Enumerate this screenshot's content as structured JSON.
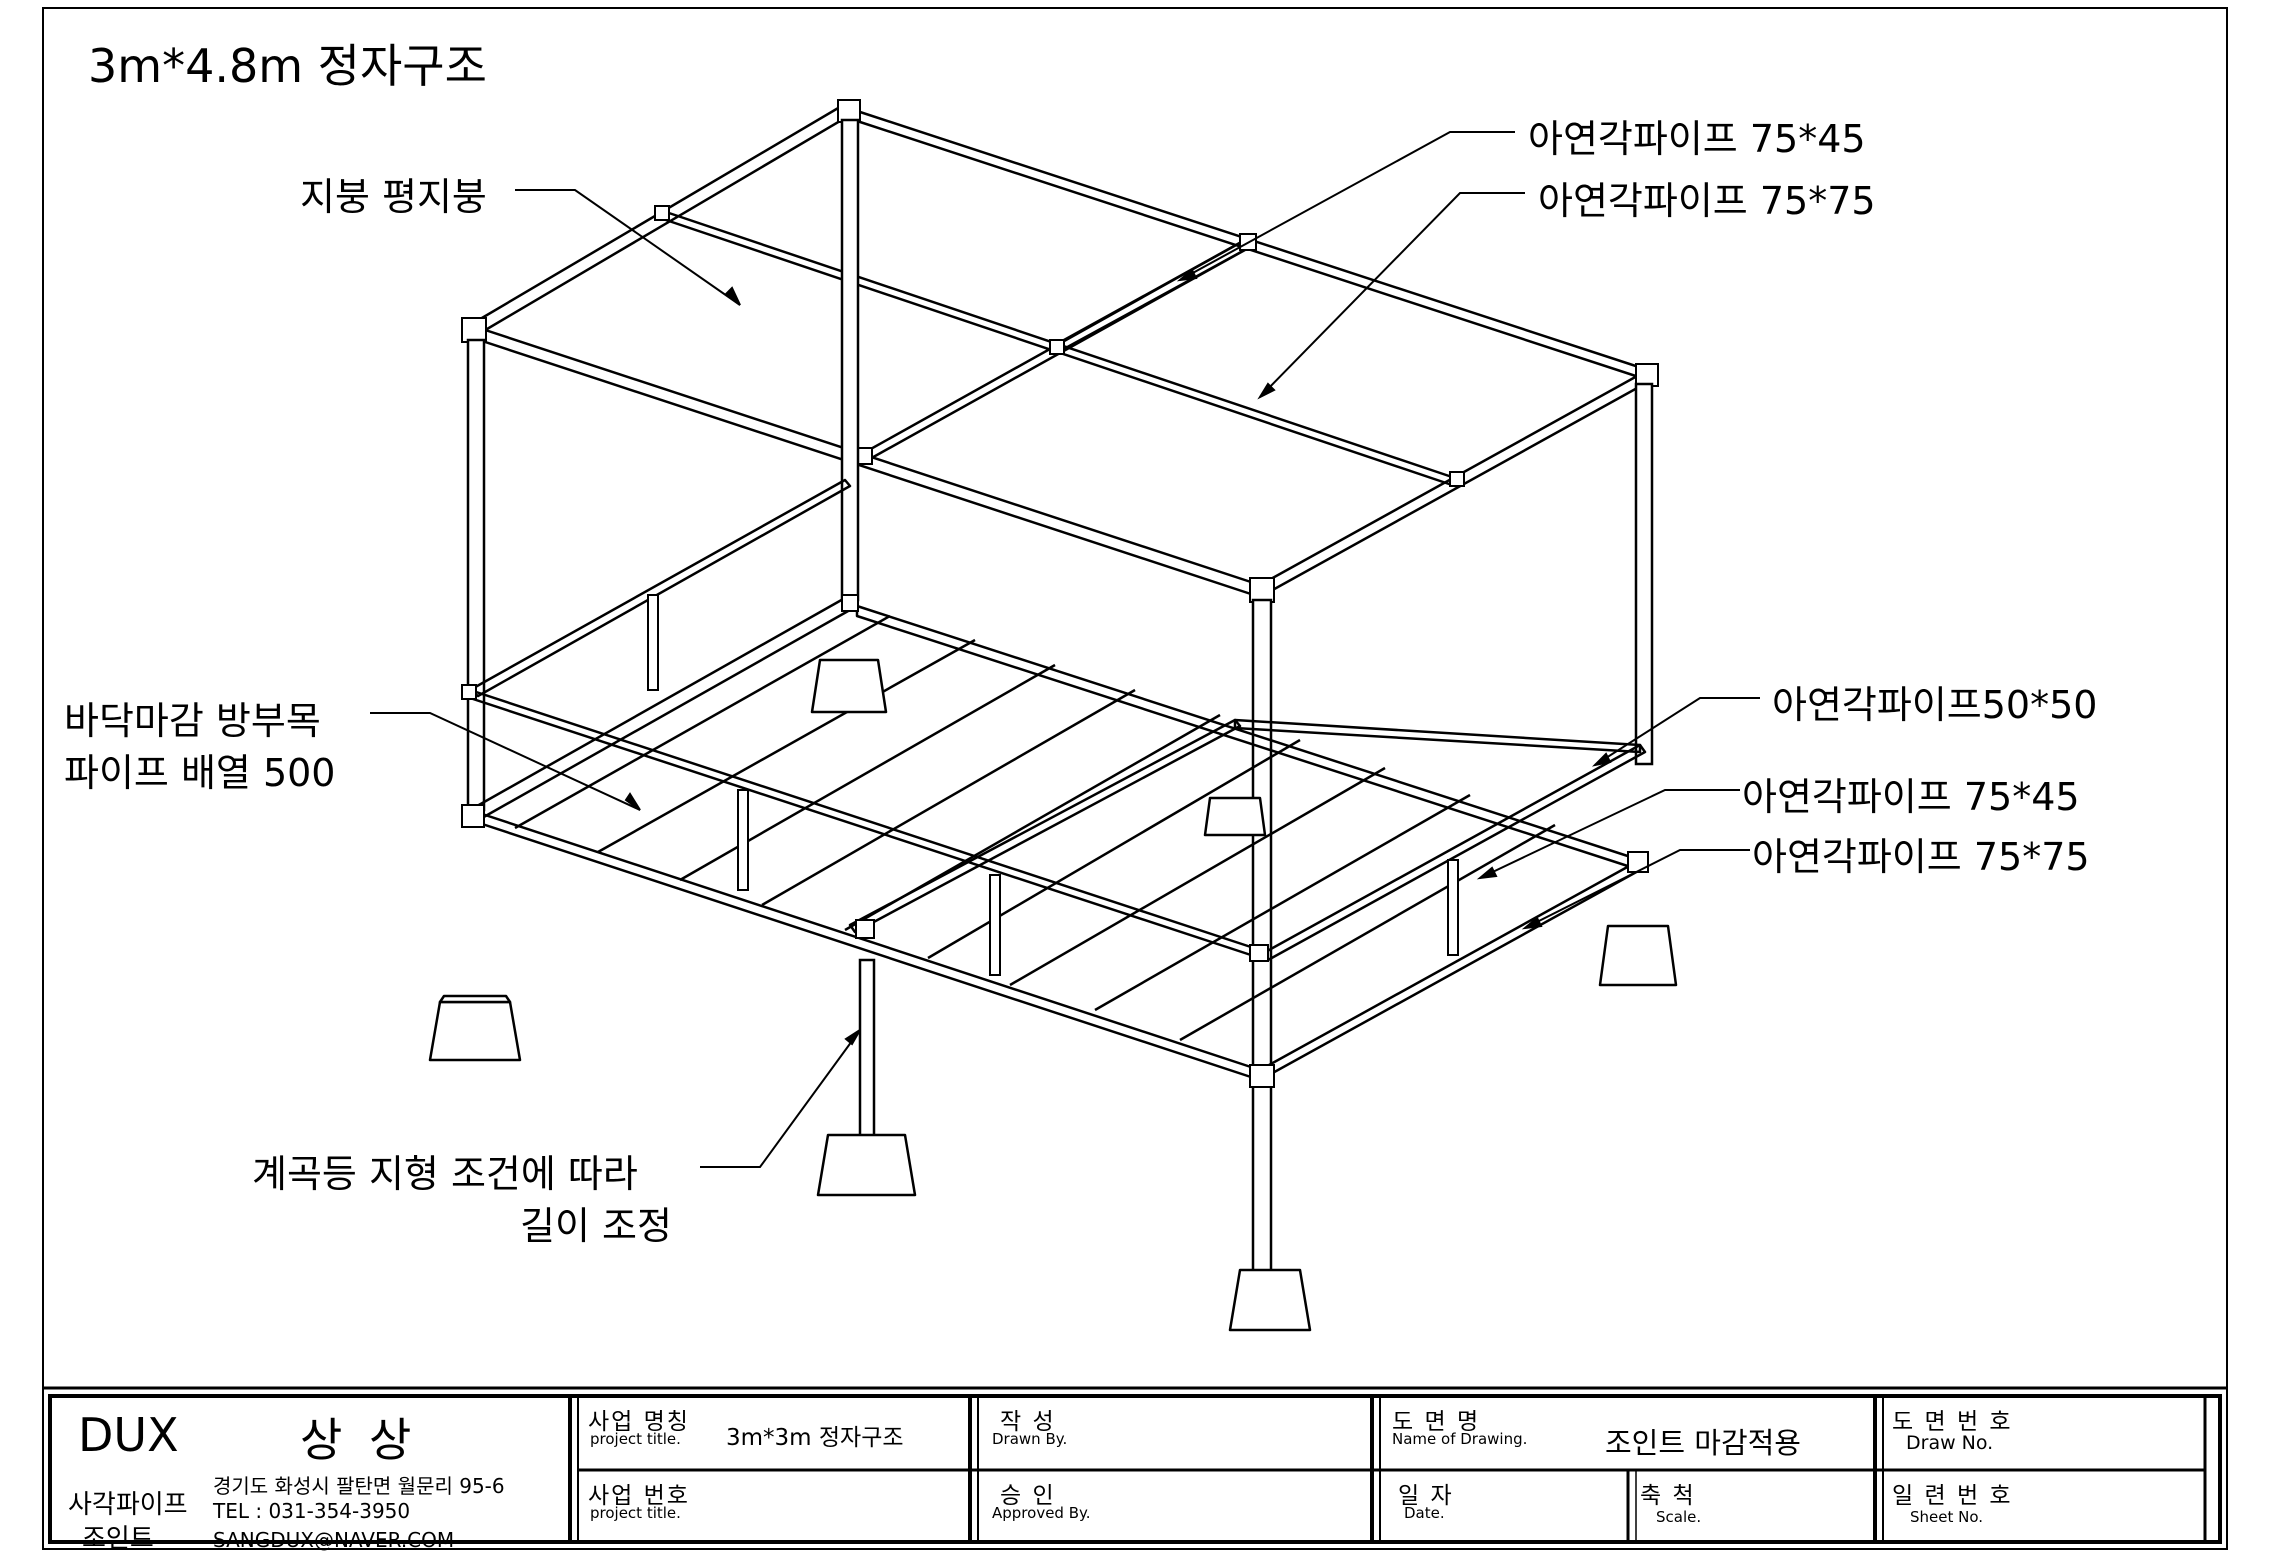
{
  "drawing": {
    "title": "3m*4.8m 정자구조",
    "callouts": {
      "roof": "지붕 평지붕",
      "pipe_top_1": "아연각파이프 75*45",
      "pipe_top_2": "아연각파이프 75*75",
      "floor_line1": "바닥마감 방부목",
      "floor_line2": "파이프 배열 500",
      "pipe_side_1": "아연각파이프50*50",
      "pipe_side_2": "아연각파이프 75*45",
      "pipe_side_3": "아연각파이프 75*75",
      "leg_line1": "계곡등 지형 조건에 따라",
      "leg_line2": "길이 조정"
    }
  },
  "title_block": {
    "company": "DUX",
    "company_kr": "상 상",
    "product_line1": "사각파이프",
    "product_line2": "조인트",
    "address": "경기도 화성시 팔탄면 월문리 95-6",
    "tel": "TEL : 031-354-3950",
    "email": "SANGDUX@NAVER.COM",
    "project_name_label": "사업 명칭",
    "project_name_sub": "project title.",
    "project_name_value": "3m*3m 정자구조",
    "project_no_label": "사업 번호",
    "project_no_sub": "project title.",
    "drawn_label": "작  성",
    "drawn_sub": "Drawn By.",
    "approved_label": "승  인",
    "approved_sub": "Approved By.",
    "drawing_name_label": "도 면 명",
    "drawing_name_sub": "Name of Drawing.",
    "drawing_name_value": "조인트 마감적용",
    "date_label": "일 자",
    "date_sub": "Date.",
    "scale_label": "축 척",
    "scale_sub": "Scale.",
    "draw_no_label": "도 면 번 호",
    "draw_no_sub": "Draw No.",
    "sheet_no_label": "일 련 번 호",
    "sheet_no_sub": "Sheet No."
  },
  "colors": {
    "line": "#000000",
    "paper": "#ffffff"
  }
}
